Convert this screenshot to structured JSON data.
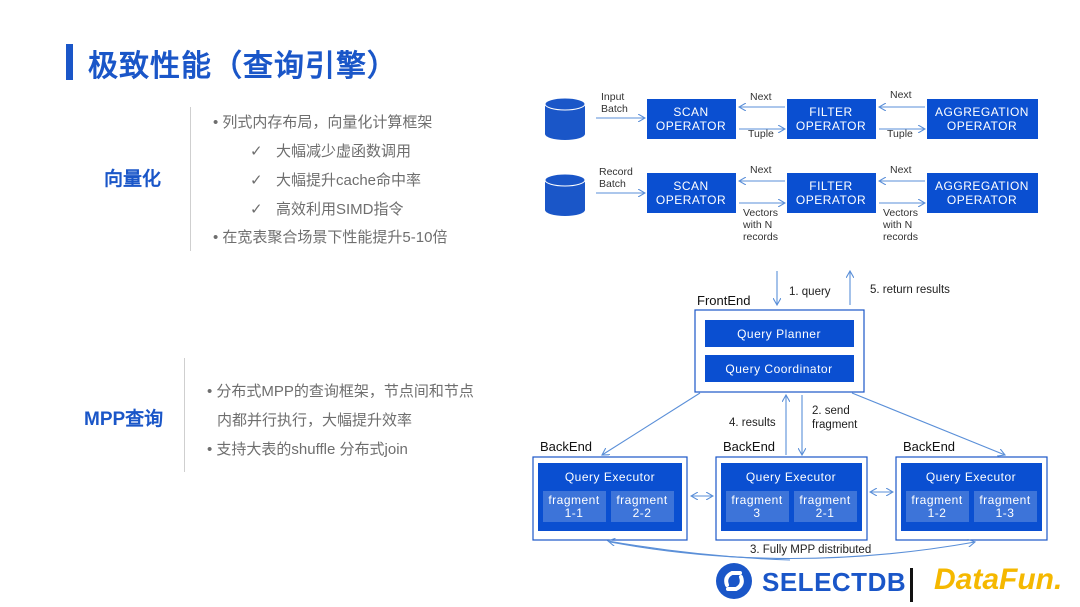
{
  "title": "极致性能（查询引擎）",
  "sections": {
    "vectorized": {
      "label": "向量化",
      "bullets": [
        "列式内存布局，向量化计算框架",
        "在宽表聚合场景下性能提升5-10倍"
      ],
      "checks": [
        "大幅减少虚函数调用",
        "大幅提升cache命中率",
        "高效利用SIMD指令"
      ]
    },
    "mpp": {
      "label": "MPP查询",
      "bullets": [
        "分布式MPP的查询框架，节点间和节点",
        "内都并行执行，大幅提升效率",
        "支持大表的shuffle 分布式join"
      ]
    }
  },
  "pipeline_top": {
    "input_label": [
      "Input",
      "Batch"
    ],
    "scan": [
      "SCAN",
      "OPERATOR"
    ],
    "filter": [
      "FILTER",
      "OPERATOR"
    ],
    "aggregation": [
      "AGGREGATION",
      "OPERATOR"
    ],
    "next": "Next",
    "tuple": "Tuple"
  },
  "pipeline_bottom": {
    "input_label": [
      "Record",
      "Batch"
    ],
    "scan": [
      "SCAN",
      "OPERATOR"
    ],
    "filter": [
      "FILTER",
      "OPERATOR"
    ],
    "aggregation": [
      "AGGREGATION",
      "OPERATOR"
    ],
    "next": "Next",
    "vectors": [
      "Vectors",
      "with N",
      "records"
    ]
  },
  "mpp_diagram": {
    "frontend": "FrontEnd",
    "planner": "Query Planner",
    "coordinator": "Query Coordinator",
    "query": "1. query",
    "return": "5. return results",
    "results": "4. results",
    "send": [
      "2. send",
      "fragment"
    ],
    "backend": "BackEnd",
    "executor": "Query Executor",
    "fragment_word": "fragment",
    "backends": [
      {
        "fragments": [
          "1-1",
          "2-2"
        ]
      },
      {
        "fragments": [
          "3",
          "2-1"
        ]
      },
      {
        "fragments": [
          "1-2",
          "1-3"
        ]
      }
    ],
    "distributed": "3. Fully MPP distributed"
  },
  "logos": {
    "selectdb": "SELECTDB",
    "datafun": "DataFun."
  },
  "colors": {
    "brand_blue": "#1a56c8",
    "box_blue": "#0a4fd1",
    "datafun_yellow": "#f5b800"
  },
  "icons": [
    "checkmark-icon",
    "database-cylinder-icon",
    "selectdb-logo-icon"
  ]
}
